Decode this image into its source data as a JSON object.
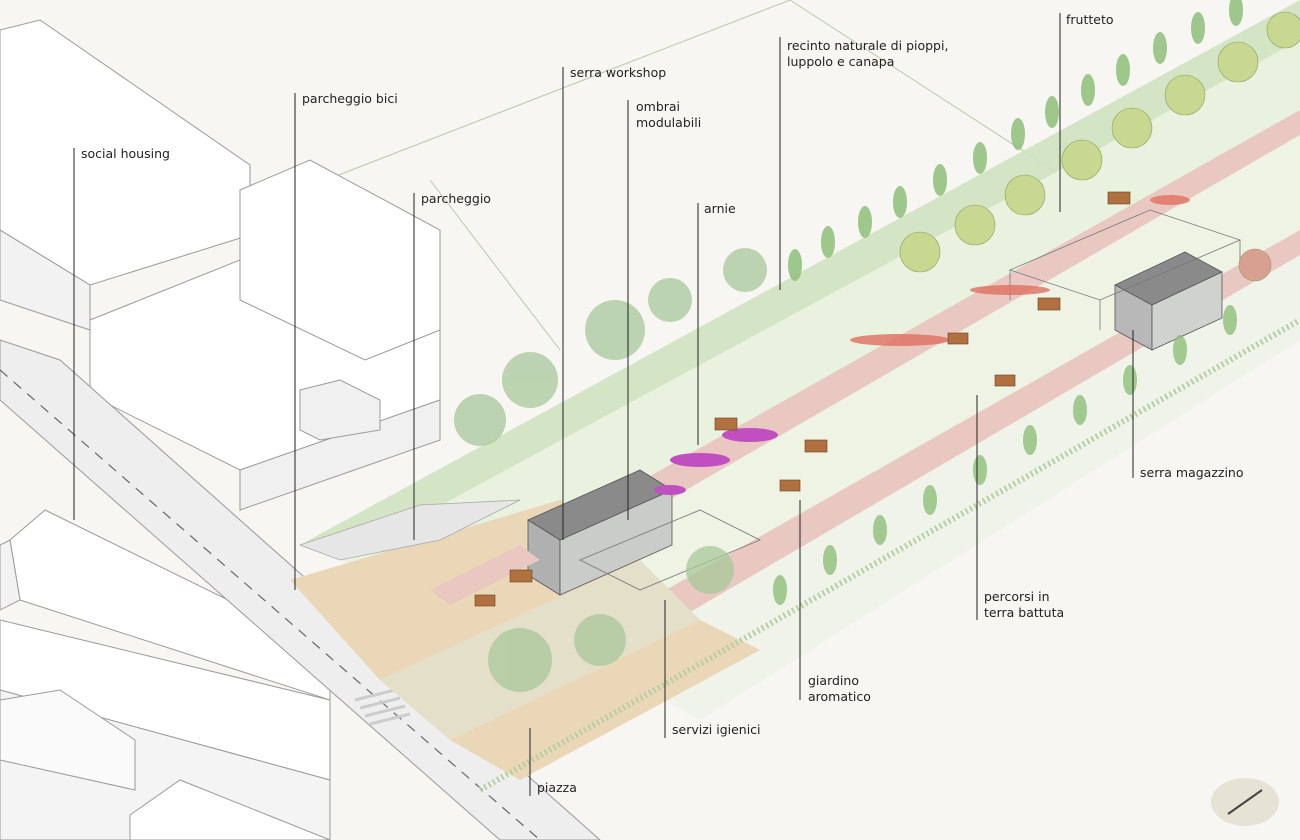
{
  "labels": {
    "social_housing": "social housing",
    "parcheggio_bici": "parcheggio bici",
    "parcheggio": "parcheggio",
    "serra_workshop": "serra workshop",
    "ombrai_modulabili": "ombrai\nmodulabili",
    "arnie": "arnie",
    "recinto": "recinto naturale di pioppi,\nluppolo e canapa",
    "frutteto": "frutteto",
    "serra_magazzino": "serra magazzino",
    "percorsi": "percorsi in\nterra battuta",
    "giardino": "giardino\naromatico",
    "servizi": "servizi igienici",
    "piazza": "piazza"
  },
  "colors": {
    "background": "#f7f6f2",
    "building_outline": "#9a9a9a",
    "path_pink": "#e8c8c0",
    "paving_tan": "#ead7b8",
    "grass_green": "#cfe3c0",
    "tree_green": "#8fbf7a",
    "flower_magenta": "#c050c0",
    "leader_line": "#222222"
  },
  "icons": {
    "north_arrow": "compass-icon"
  }
}
